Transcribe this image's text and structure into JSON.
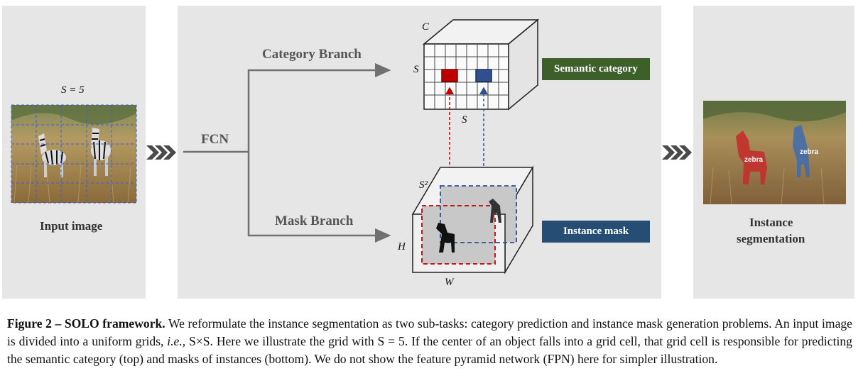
{
  "figure": {
    "grid_label": "S = 5",
    "input_label": "Input image",
    "fcn_label": "FCN",
    "category_branch": "Category Branch",
    "mask_branch": "Mask Branch",
    "semantic_category": "Semantic category",
    "instance_mask": "Instance mask",
    "output_label_line1": "Instance",
    "output_label_line2": "segmentation",
    "axis_c": "C",
    "axis_s_left": "S",
    "axis_s_bottom": "S",
    "axis_s2": "S²",
    "axis_h": "H",
    "axis_w": "W",
    "zebra_label_1": "zebra",
    "zebra_label_2": "zebra",
    "colors": {
      "panel": "#e6e6e6",
      "semantic_tag": "#3d5f2a",
      "instance_tag": "#264d73",
      "red": "#c00000",
      "blue": "#2f4f8f"
    }
  },
  "caption": {
    "bold": "Figure 2 – SOLO framework.",
    "text_a": " We reformulate the instance segmentation as two sub-tasks: category prediction and instance mask generation problems. An input image is divided into a uniform grids, ",
    "italic": "i.e.,",
    "text_b": " S×S. Here we illustrate the grid with S = 5. If the center of an object falls into a grid cell, that grid cell is responsible for predicting the semantic category (top) and masks of instances (bottom). We do not show the feature pyramid network (FPN) here for simpler illustration."
  }
}
